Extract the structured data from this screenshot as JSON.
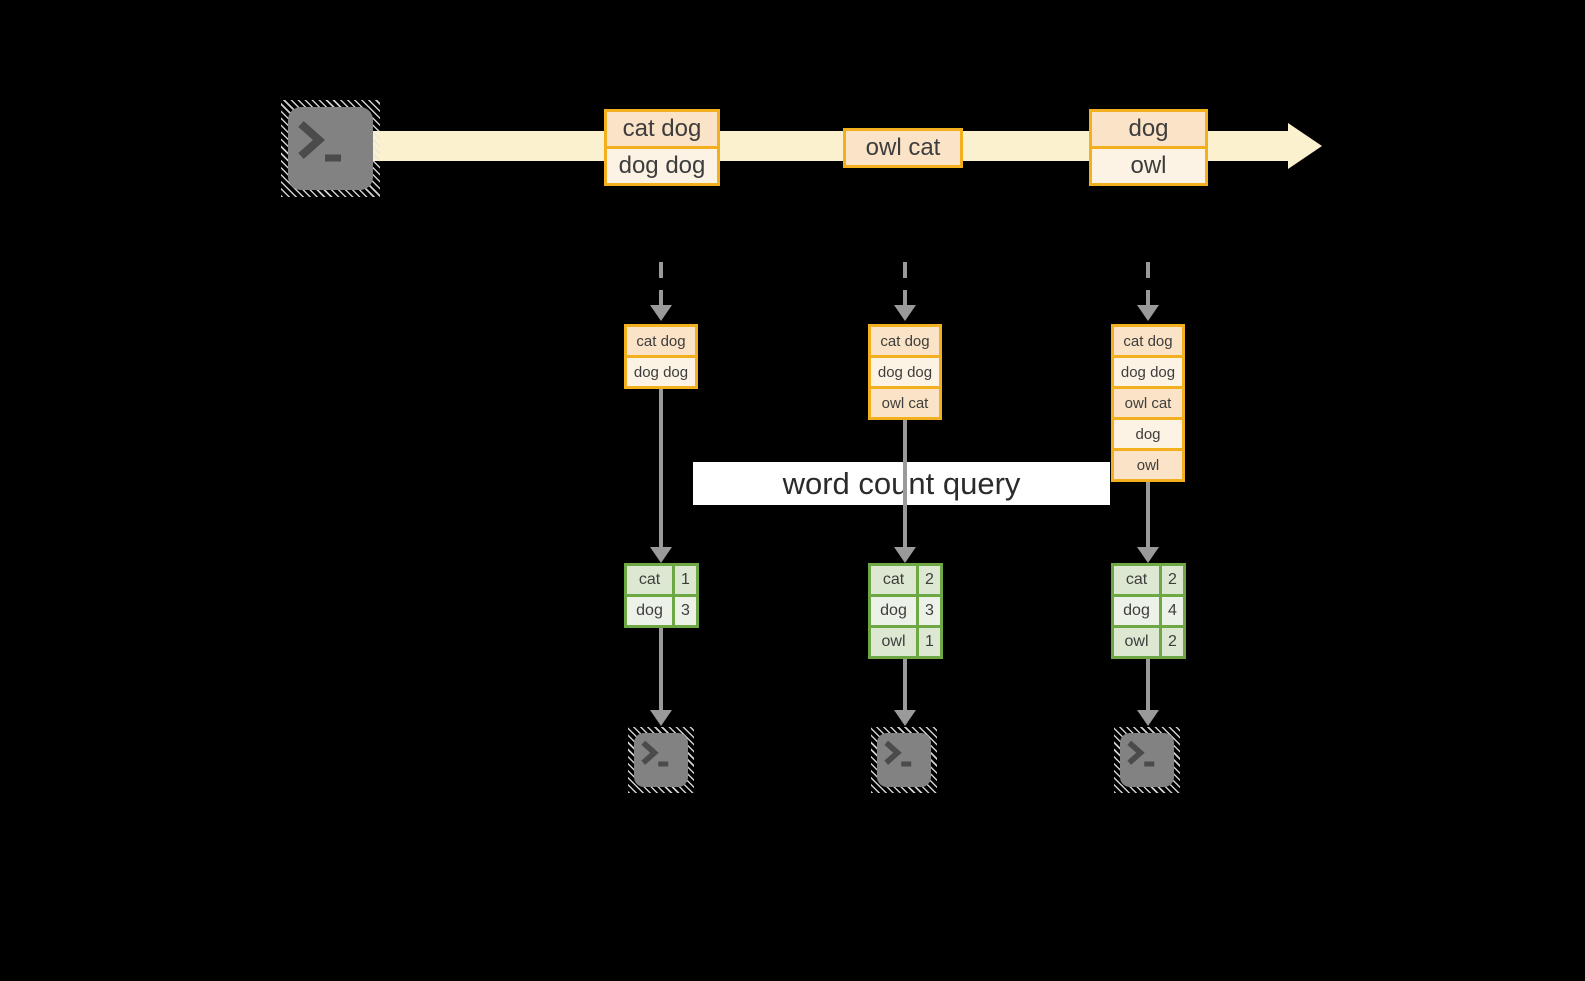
{
  "banner": {
    "label": "word count query"
  },
  "stream": {
    "events": [
      {
        "rows": [
          "cat dog",
          "dog dog"
        ]
      },
      {
        "rows": [
          "owl cat"
        ]
      },
      {
        "rows": [
          "dog",
          "owl"
        ]
      }
    ]
  },
  "pipelines": [
    {
      "buffer": [
        "cat dog",
        "dog dog"
      ],
      "counts": [
        {
          "word": "cat",
          "count": "1"
        },
        {
          "word": "dog",
          "count": "3"
        }
      ]
    },
    {
      "buffer": [
        "cat dog",
        "dog dog",
        "owl cat"
      ],
      "counts": [
        {
          "word": "cat",
          "count": "2"
        },
        {
          "word": "dog",
          "count": "3"
        },
        {
          "word": "owl",
          "count": "1"
        }
      ]
    },
    {
      "buffer": [
        "cat dog",
        "dog dog",
        "owl cat",
        "dog",
        "owl"
      ],
      "counts": [
        {
          "word": "cat",
          "count": "2"
        },
        {
          "word": "dog",
          "count": "4"
        },
        {
          "word": "owl",
          "count": "2"
        }
      ]
    }
  ],
  "icons": {
    "source": "terminal-prompt-icon",
    "sinks": [
      "terminal-prompt-icon",
      "terminal-prompt-icon",
      "terminal-prompt-icon"
    ]
  },
  "colors": {
    "background": "#000000",
    "stream_band": "#fcf1cf",
    "event_border": "#f2b01e",
    "event_fill_dark": "#fae3c6",
    "event_fill_light": "#fdf3e4",
    "count_border": "#6da845",
    "count_fill_dark": "#dde8d2",
    "count_fill_light": "#edf2e8",
    "arrow_gray": "#9a9a9a",
    "terminal_gray": "#828282",
    "banner_bg": "#ffffff",
    "text": "#3d3d3d"
  }
}
